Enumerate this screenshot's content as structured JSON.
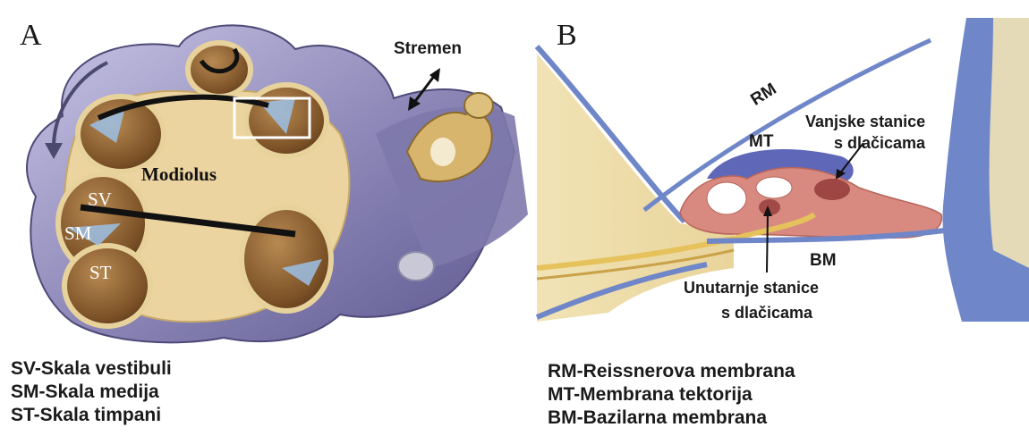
{
  "panel_a": {
    "letter": "A",
    "stremen": "Stremen",
    "modiolus": "Modiolus",
    "sv": "SV",
    "sm": "SM",
    "st": "ST"
  },
  "panel_b": {
    "letter": "B",
    "rm": "RM",
    "mt": "MT",
    "bm": "BM",
    "outer_cells_line1": "Vanjske stanice",
    "outer_cells_line2": "s dlačicama",
    "inner_cells_line1": "Unutarnje stanice",
    "inner_cells_line2": "s dlačicama"
  },
  "legend_left": [
    "SV-Skala vestibuli",
    "SM-Skala medija",
    "ST-Skala timpani"
  ],
  "legend_right": [
    "RM-Reissnerova membrana",
    "MT-Membrana tektorija",
    "BM-Bazilarna membrana"
  ],
  "colors": {
    "bone": "#ecd9a8",
    "tube": "#8d88b8",
    "tube_dark": "#5f5a8f",
    "membrane_blue": "#6f86c8",
    "organ_pink": "#d88a80",
    "fluid_blue": "#9cc0e6"
  }
}
